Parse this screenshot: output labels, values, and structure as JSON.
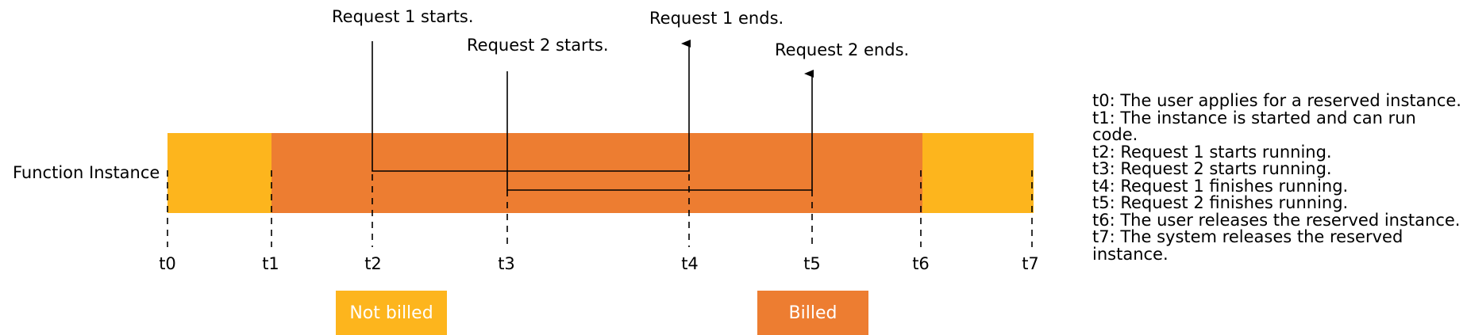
{
  "colors": {
    "not_billed": "#FDB51D",
    "billed": "#ED7D31",
    "line": "#000000"
  },
  "row_label": "Function Instance",
  "time_labels": [
    "t0",
    "t1",
    "t2",
    "t3",
    "t4",
    "t5",
    "t6",
    "t7"
  ],
  "requests": {
    "r1_start": "Request 1 starts.",
    "r1_end": "Request 1 ends.",
    "r2_start": "Request 2 starts.",
    "r2_end": "Request 2 ends."
  },
  "legend": [
    "t0: The user applies for a reserved instance.",
    "t1: The instance is started and can run code.",
    "t2: Request 1 starts running.",
    "t3: Request 2 starts running.",
    "t4: Request 1 finishes running.",
    "t5: Request 2 finishes running.",
    "t6: The user releases the reserved instance.",
    "t7: The system releases the reserved instance."
  ],
  "key": {
    "not_billed": "Not billed",
    "billed": "Billed"
  }
}
